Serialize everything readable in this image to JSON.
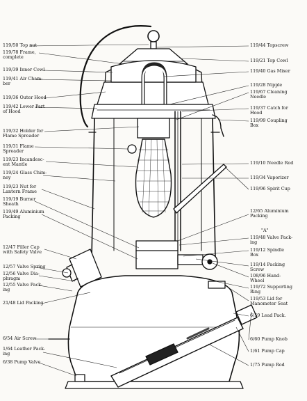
{
  "left_labels": [
    {
      "id": "top-nut",
      "lines": [
        "119/50 Top nut"
      ]
    },
    {
      "id": "frame",
      "lines": [
        "119/78 Frame,",
        "complete"
      ]
    },
    {
      "id": "inner-cowl",
      "lines": [
        "119/39 Inner Cowl"
      ]
    },
    {
      "id": "air-chamber",
      "lines": [
        "119/41 Air Cham-",
        "ber"
      ]
    },
    {
      "id": "outer-hood",
      "lines": [
        "119/36 Outer Hood"
      ]
    },
    {
      "id": "lower-hood",
      "lines": [
        "119/42 Lower Part",
        "of Hood"
      ]
    },
    {
      "id": "holder-spreader",
      "lines": [
        "119/32 Holder for",
        "Flame Spreader"
      ]
    },
    {
      "id": "flame-spreader",
      "lines": [
        "119/31 Flame",
        "Spreader"
      ]
    },
    {
      "id": "mantle",
      "lines": [
        "119/23 Incandesc-",
        "ent Mantle"
      ]
    },
    {
      "id": "glass-chimney",
      "lines": [
        "119/24 Glass Chim-",
        "ney"
      ]
    },
    {
      "id": "nut-frame",
      "lines": [
        "119/23 Nut for",
        "Lantern Frame"
      ]
    },
    {
      "id": "burner-sheath",
      "lines": [
        "119/19 Burner",
        "Sheath"
      ]
    },
    {
      "id": "alu-packing",
      "lines": [
        "119/49 Aluminium",
        "Packing"
      ]
    },
    {
      "id": "filler-cap",
      "lines": [
        "12/47 Filler Cap",
        "with Safety Valve"
      ]
    },
    {
      "id": "valve-spring",
      "lines": [
        "12/57 Valve Spring"
      ]
    },
    {
      "id": "valve-diaphragm",
      "lines": [
        "12/56 Valve Dia-",
        "phragm"
      ]
    },
    {
      "id": "valve-packing",
      "lines": [
        "12/55 Valve Pack-",
        "ing"
      ]
    },
    {
      "id": "lid-packing",
      "lines": [
        "21/48 Lid Packing"
      ]
    },
    {
      "id": "air-screw",
      "lines": [
        "6/54 Air Screw"
      ]
    },
    {
      "id": "leather-packing",
      "lines": [
        "1/64 Leather Pack-",
        "ing"
      ]
    },
    {
      "id": "pump-valve",
      "lines": [
        "6/38 Pump Valve"
      ]
    }
  ],
  "right_labels": [
    {
      "id": "topscrew",
      "lines": [
        "119/44 Topscrew"
      ]
    },
    {
      "id": "top-cowl",
      "lines": [
        "119/21 Top Cowl"
      ]
    },
    {
      "id": "gas-mixer",
      "lines": [
        "119/40 Gas Mixer"
      ]
    },
    {
      "id": "nipple",
      "lines": [
        "119/28 Nipple"
      ]
    },
    {
      "id": "cleaning-needle",
      "lines": [
        "119/67 Cleaning",
        "Needle"
      ]
    },
    {
      "id": "catch-hood",
      "lines": [
        "119/37 Catch for",
        "Hood"
      ]
    },
    {
      "id": "coupling-box",
      "lines": [
        "119/99 Coupling",
        "Box"
      ]
    },
    {
      "id": "needle-rod",
      "lines": [
        "119/10 Needle Rod"
      ]
    },
    {
      "id": "vaporizer",
      "lines": [
        "119/34 Vaporizer"
      ]
    },
    {
      "id": "spirit-cup",
      "lines": [
        "119/96 Spirit Cup"
      ]
    },
    {
      "id": "alu-packing-r",
      "lines": [
        "12/65 Aluminium",
        "Packing"
      ]
    },
    {
      "id": "mark-a",
      "lines": [
        "\"A\""
      ]
    },
    {
      "id": "valve-packing-r",
      "lines": [
        "119/48 Valve Pack-",
        "ing"
      ]
    },
    {
      "id": "spindle-box",
      "lines": [
        "119/12 Spindle",
        "Box"
      ]
    },
    {
      "id": "packing-screw",
      "lines": [
        "119/14 Packing",
        "Screw"
      ]
    },
    {
      "id": "hand-wheel",
      "lines": [
        "108/96 Hand-",
        "Wheel"
      ]
    },
    {
      "id": "supporting-ring",
      "lines": [
        "119/72 Supporting",
        "Ring"
      ]
    },
    {
      "id": "manometer-lid",
      "lines": [
        "119/53 Lid for",
        "Manometer Seat"
      ]
    },
    {
      "id": "lead-pack",
      "lines": [
        "6/59 Lead Pack."
      ]
    },
    {
      "id": "pump-knob",
      "lines": [
        "6/60 Pump Knob"
      ]
    },
    {
      "id": "pump-cap",
      "lines": [
        "1/61 Pump Cap"
      ]
    },
    {
      "id": "pump-rod",
      "lines": [
        "1/75 Pump Rod"
      ]
    }
  ]
}
